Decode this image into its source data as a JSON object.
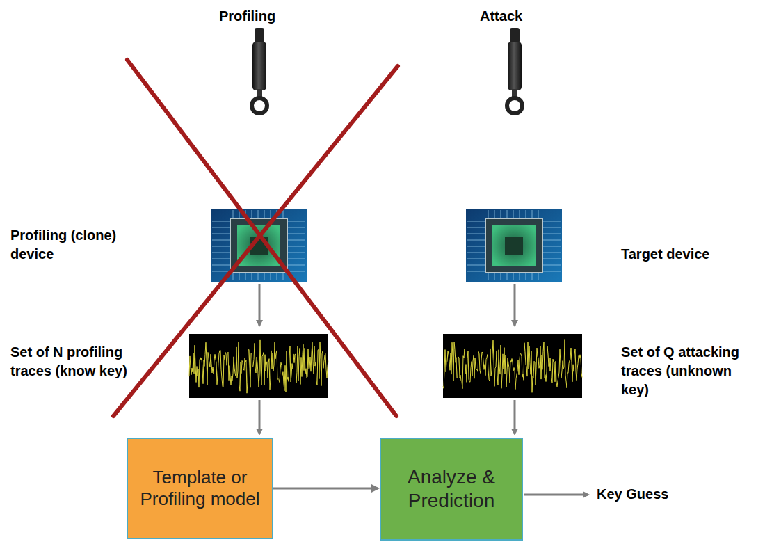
{
  "diagram": {
    "nodes": [
      {
        "text": [
          "Template or Profiling model"
        ]
      },
      {
        "text": [
          "Analyze & Prediction"
        ]
      }
    ],
    "edges": [
      {
        "from": 0,
        "to": 1,
        "arrow": "to"
      }
    ],
    "labels": [
      "Profiling",
      "Attack",
      "Profiling (clone) device",
      "Target device",
      "Set of N profiling traces (know key)",
      "Set of Q attacking traces (unknown key)",
      "Key Guess"
    ]
  }
}
